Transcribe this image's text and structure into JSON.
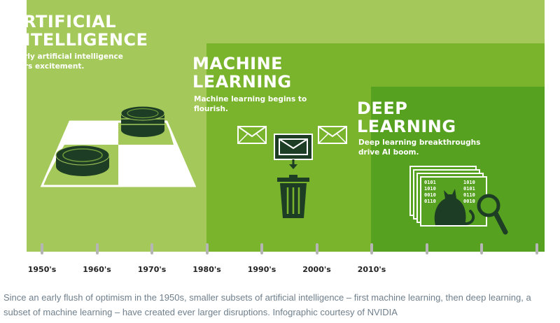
{
  "stages": [
    {
      "title_line1": "ARTIFICIAL",
      "title_line2": "INTELLIGENCE",
      "subtitle": "Early artificial intelligence stirs excitement.",
      "color": "#a4c95a"
    },
    {
      "title_line1": "MACHINE",
      "title_line2": "LEARNING",
      "subtitle": "Machine learning begins to flourish.",
      "color": "#79b42c"
    },
    {
      "title_line1": "DEEP",
      "title_line2": "LEARNING",
      "subtitle": "Deep learning breakthroughs drive AI boom.",
      "color": "#57a120"
    }
  ],
  "timeline": {
    "labels": [
      "1950's",
      "1960's",
      "1970's",
      "1980's",
      "1990's",
      "2000's",
      "2010's"
    ],
    "tick_count": 10
  },
  "icons": [
    "checkers-board-icon",
    "envelope-icon",
    "trash-can-icon",
    "binary-cat-pages-icon",
    "magnifier-icon"
  ],
  "binary_text": [
    "0101",
    "1010",
    "0010",
    "0110"
  ],
  "caption": "Since an early flush of optimism in the 1950s, smaller subsets of artificial intelligence – first machine learning, then deep learning, a subset of machine learning – have created ever larger disruptions. Infographic courtesy of NVIDIA"
}
